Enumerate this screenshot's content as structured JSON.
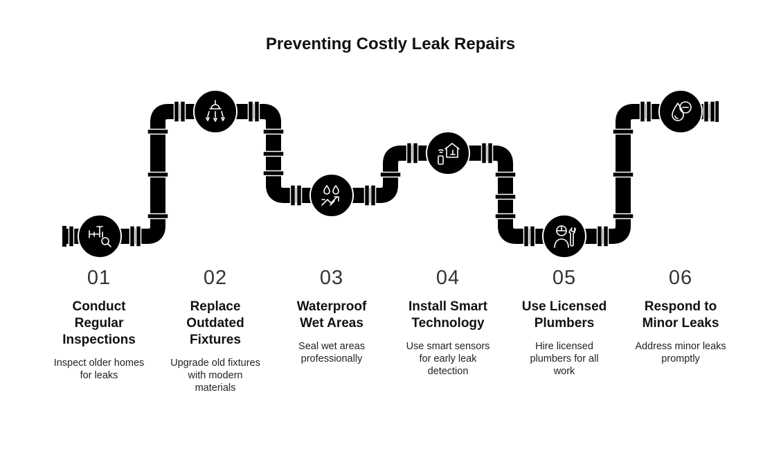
{
  "title": "Preventing Costly Leak Repairs",
  "colors": {
    "pipe": "#000000",
    "node_icon": "#ffffff",
    "text": "#111111"
  },
  "steps": [
    {
      "number": "01",
      "title": "Conduct Regular Inspections",
      "title_lines": [
        "Conduct",
        "Regular",
        "Inspections"
      ],
      "description_lines": [
        "Inspect older homes",
        "for leaks"
      ],
      "icon": "valve-magnifier-icon"
    },
    {
      "number": "02",
      "title": "Replace Outdated Fixtures",
      "title_lines": [
        "Replace",
        "Outdated",
        "Fixtures"
      ],
      "description_lines": [
        "Upgrade old fixtures",
        "with modern",
        "materials"
      ],
      "icon": "shower-head-icon"
    },
    {
      "number": "03",
      "title": "Waterproof Wet Areas",
      "title_lines": [
        "Waterproof",
        "Wet Areas"
      ],
      "description_lines": [
        "Seal wet areas",
        "professionally"
      ],
      "icon": "water-drops-icon"
    },
    {
      "number": "04",
      "title": "Install Smart Technology",
      "title_lines": [
        "Install Smart",
        "Technology"
      ],
      "description_lines": [
        "Use smart sensors",
        "for early leak",
        "detection"
      ],
      "icon": "smart-home-icon"
    },
    {
      "number": "05",
      "title": "Use Licensed Plumbers",
      "title_lines": [
        "Use Licensed",
        "Plumbers"
      ],
      "description_lines": [
        "Hire licensed",
        "plumbers for all",
        "work"
      ],
      "icon": "plumber-icon"
    },
    {
      "number": "06",
      "title": "Respond to Minor Leaks",
      "title_lines": [
        "Respond to",
        "Minor Leaks"
      ],
      "description_lines": [
        "Address minor leaks",
        "promptly"
      ],
      "icon": "drop-minus-icon"
    }
  ]
}
